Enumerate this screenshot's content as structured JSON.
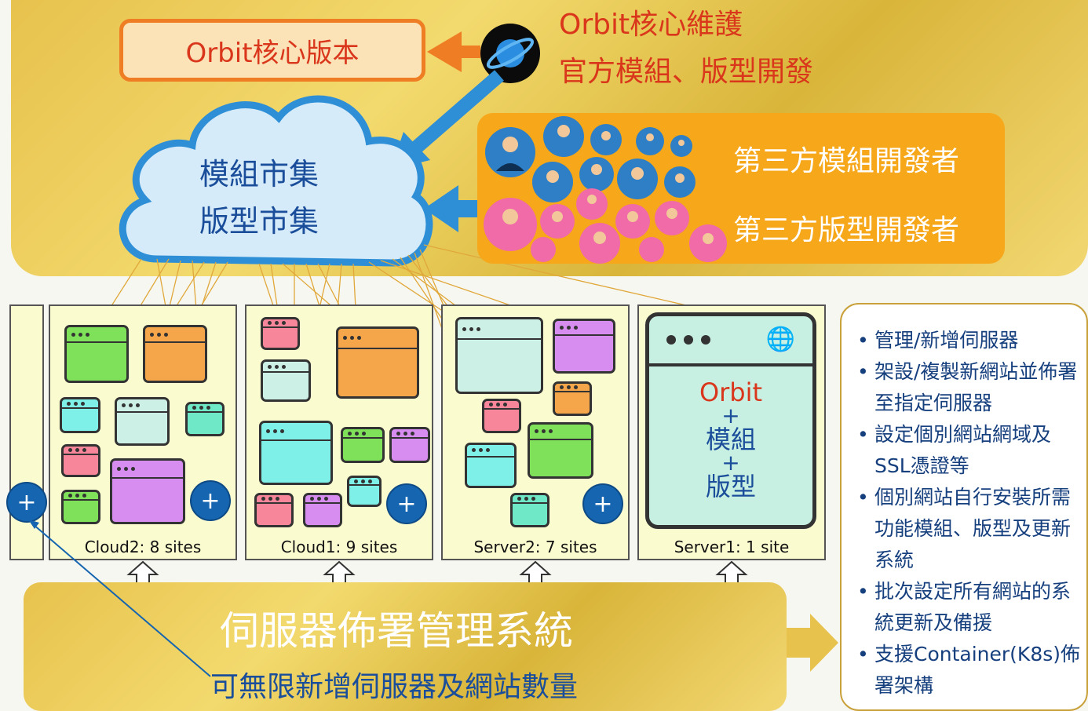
{
  "core": {
    "box_label": "Orbit核心版本",
    "maintain_line1": "Orbit核心維護",
    "maintain_line2": "官方模組、版型開發"
  },
  "market": {
    "line1": "模組市集",
    "line2": "版型市集"
  },
  "developers": {
    "module_label": "第三方模組開發者",
    "theme_label": "第三方版型開發者"
  },
  "servers": [
    {
      "label": "Cloud2: 8 sites"
    },
    {
      "label": "Cloud1: 9 sites"
    },
    {
      "label": "Server2: 7 sites"
    },
    {
      "label": "Server1: 1 site"
    }
  ],
  "server1_content": {
    "orbit": "Orbit",
    "plus": "+",
    "modules": "模組",
    "themes": "版型"
  },
  "add_button_symbol": "+",
  "management": {
    "title": "伺服器佈署管理系統",
    "subtitle": "可無限新增伺服器及網站數量"
  },
  "features": [
    "管理/新增伺服器",
    "架設/複製新網站並佈署至指定伺服器",
    "設定個別網站網域及SSL憑證等",
    "個別網站自行安裝所需功能模組、版型及更新系統",
    "批次設定所有網站的系統更新及備援",
    "支援Container(K8s)佈署架構"
  ],
  "colors": {
    "gold": "#e7c24d",
    "orange": "#f6a71a",
    "red_text": "#d9361b",
    "blue_text": "#1a4d9a",
    "cloud_blue": "#2e8fd6",
    "button_blue": "#1565b0"
  }
}
